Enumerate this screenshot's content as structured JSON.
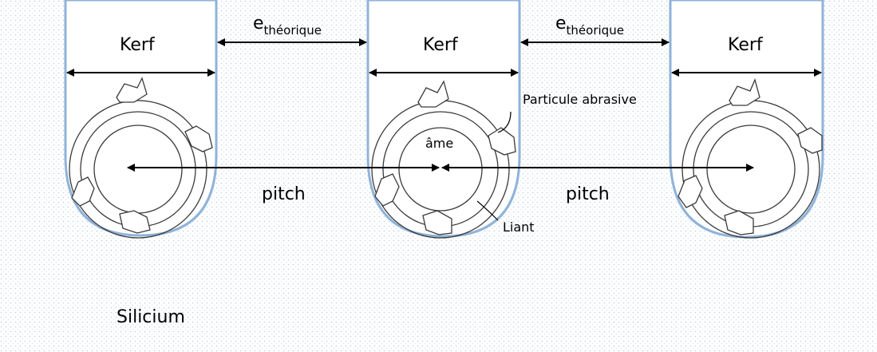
{
  "labels": {
    "kerf": "Kerf",
    "e_main": "e",
    "e_sub": "théorique",
    "pitch": "pitch",
    "particle": "Particule abrasive",
    "core": "âme",
    "binder": "Liant",
    "silicon": "Silicium"
  },
  "colors": {
    "background_dots": "#c9d6e3",
    "kerf_outline": "#8fb3d9",
    "kerf_fill": "#ffffff",
    "ink": "#000000",
    "wire": "#3a3a3a"
  }
}
